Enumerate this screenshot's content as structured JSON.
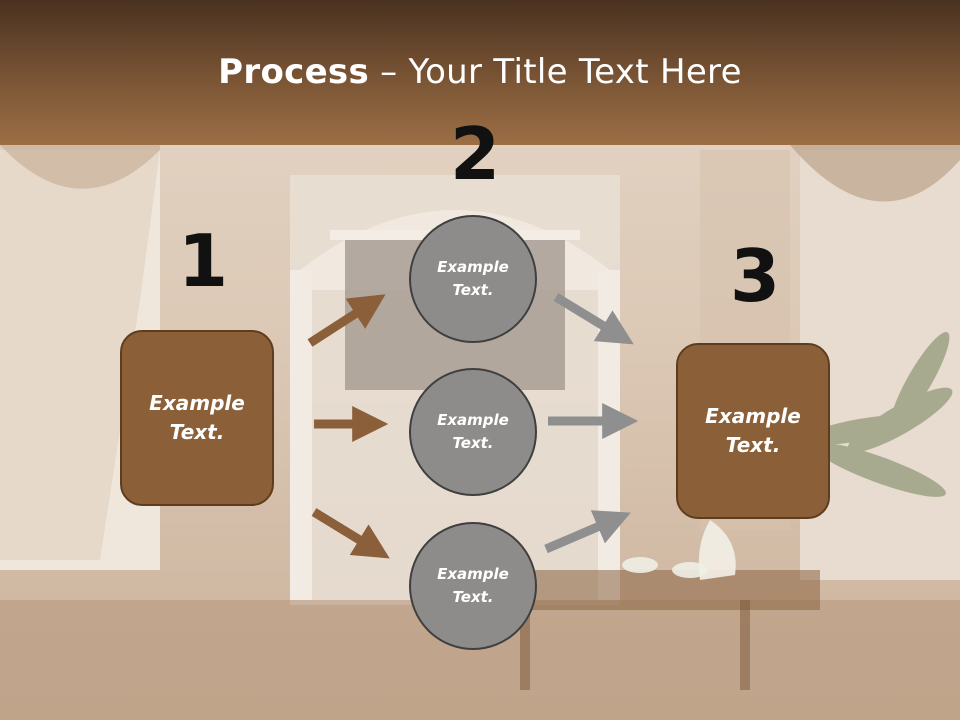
{
  "title": {
    "bold": "Process",
    "rest": " – Your Title Text Here"
  },
  "numbers": [
    "1",
    "2",
    "3"
  ],
  "left_box": {
    "text": "Example\nText."
  },
  "right_box": {
    "text": "Example\nText."
  },
  "circles": [
    {
      "text": "Example\nText."
    },
    {
      "text": "Example\nText."
    },
    {
      "text": "Example\nText."
    }
  ],
  "colors": {
    "header_top": "#4a3120",
    "header_bottom": "#9c6e45",
    "box_fill": "#8b6038",
    "circle_fill": "#8e8c8b",
    "arrow_brown": "#8b5f3a",
    "arrow_gray": "#8f8f8f"
  }
}
